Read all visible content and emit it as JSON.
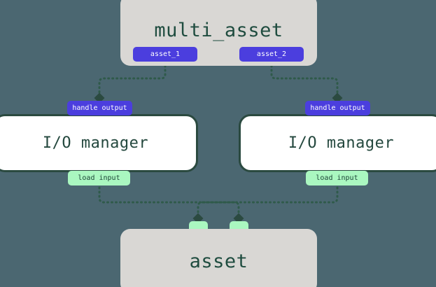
{
  "diagram": {
    "type": "asset-lineage-graph",
    "background_color": "#4b6771",
    "nodes": {
      "multi_asset": {
        "label": "multi_asset",
        "kind": "op-box",
        "fill": "#d9d7d4",
        "text_color": "#1f4c3f"
      },
      "io_manager_left": {
        "label": "I/O manager",
        "kind": "io-box",
        "fill": "#ffffff",
        "border_color": "#2b4a40",
        "text_color": "#24483e"
      },
      "io_manager_right": {
        "label": "I/O manager",
        "kind": "io-box",
        "fill": "#ffffff",
        "border_color": "#2b4a40",
        "text_color": "#24483e"
      },
      "asset": {
        "label": "asset",
        "kind": "op-box",
        "fill": "#d9d7d4",
        "text_color": "#1f4c3f"
      }
    },
    "ports": {
      "asset_1": {
        "label": "asset_1",
        "color": "#4b3ede",
        "text_color": "#ffffff"
      },
      "asset_2": {
        "label": "asset_2",
        "color": "#4b3ede",
        "text_color": "#ffffff"
      },
      "handle_output_left": {
        "label": "handle output",
        "color": "#4b3ede",
        "text_color": "#ffffff"
      },
      "handle_output_right": {
        "label": "handle output",
        "color": "#4b3ede",
        "text_color": "#ffffff"
      },
      "load_input_left": {
        "label": "load input",
        "color": "#aaf7c0",
        "text_color": "#1e4739"
      },
      "load_input_right": {
        "label": "load input",
        "color": "#aaf7c0",
        "text_color": "#1e4739"
      },
      "asset_input_left": {
        "label": "",
        "color": "#aaf7c0"
      },
      "asset_input_right": {
        "label": "",
        "color": "#aaf7c0"
      }
    },
    "edges": {
      "style": "dotted",
      "color": "#2f5a4a",
      "arrowhead": "diamond",
      "connections": [
        {
          "from": "asset_1",
          "to": "handle_output_left"
        },
        {
          "from": "asset_2",
          "to": "handle_output_right"
        },
        {
          "from": "load_input_left",
          "to": "asset_input_right"
        },
        {
          "from": "load_input_right",
          "to": "asset_input_left"
        }
      ]
    }
  }
}
